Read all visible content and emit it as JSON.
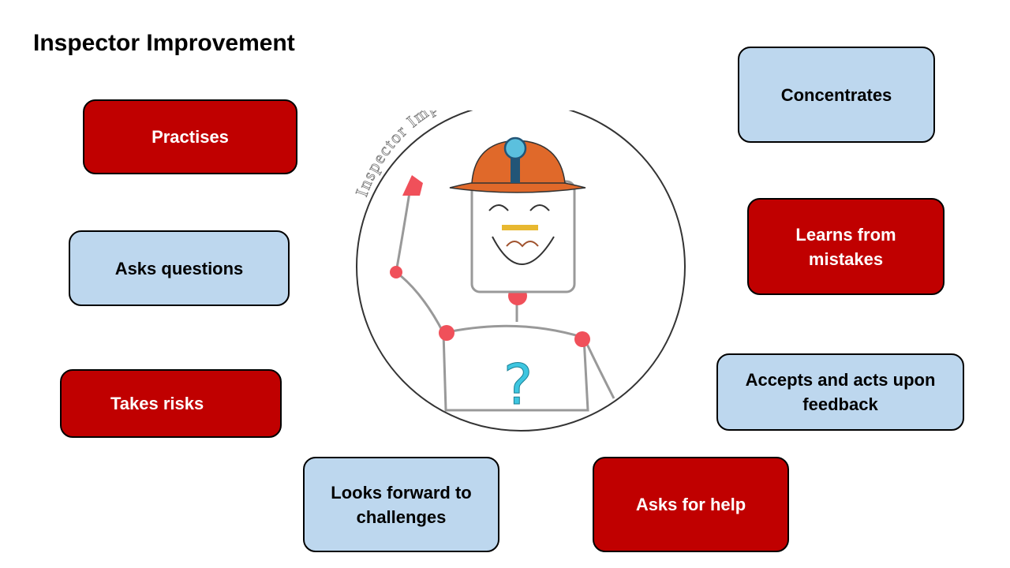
{
  "title": "Inspector Improvement",
  "boxes": {
    "practises": "Practises",
    "asks_questions": "Asks questions",
    "takes_risks": "Takes risks",
    "looks_forward": "Looks forward to challenges",
    "asks_for_help": "Asks for help",
    "accepts_feedback": "Accepts and acts upon feedback",
    "learns_from_mistakes": "Learns from mistakes",
    "concentrates": "Concentrates"
  },
  "illustration": {
    "arc_text": "Inspector Improvement!"
  },
  "colors": {
    "red": "#c00000",
    "blue": "#bdd7ee",
    "hat": "#e0692a",
    "lamp": "#5bc0de",
    "joint": "#f0505a",
    "question": "#3ec6e0",
    "mustache": "#e8b830"
  }
}
